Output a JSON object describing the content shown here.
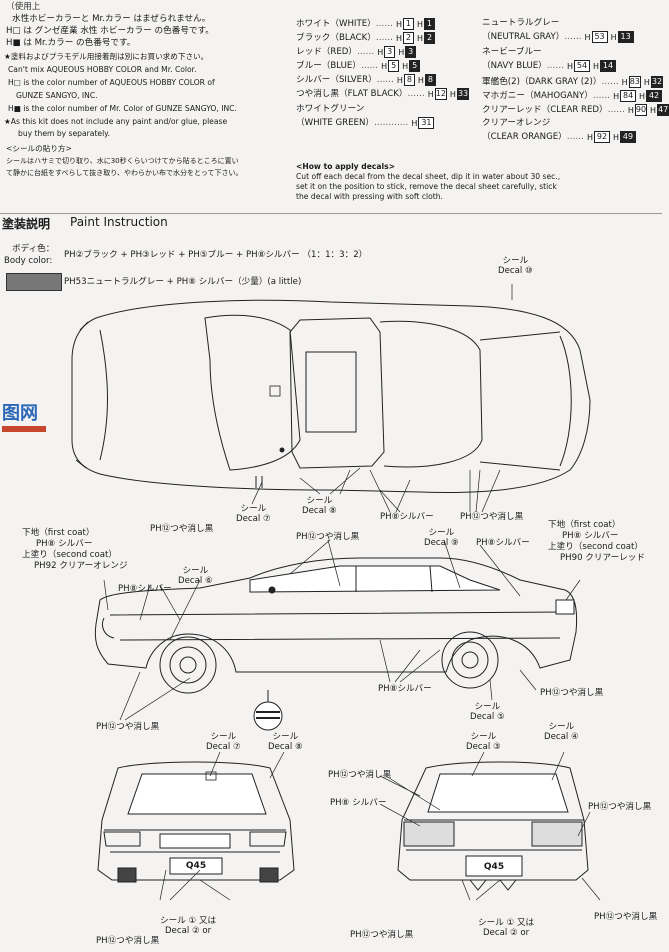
{
  "header_left": {
    "note1": "（使用上",
    "line1": "水性ホビーカラーと Mr.カラー はまぜられません。",
    "line2": "H□ は グンゼ産業 水性 ホビーカラー の色番号です。",
    "line3": "H■ は Mr.カラー の色番号です。",
    "line4": "★塗料およびプラモデル用接着剤は別にお買い求め下さい。",
    "en1": "Can't mix AQUEOUS HOBBY COLOR and Mr. Color.",
    "en2a": "H□ is the color number of AQUEOUS HOBBY COLOR of",
    "en2b": "GUNZE SANGYO, INC.",
    "en3": "H■ is the color number of Mr. Color of GUNZE SANGYO, INC.",
    "en4a": "★As this kit does not include any paint and/or glue, please",
    "en4b": "buy them by separately.",
    "decal_jp_title": "<シールの貼り方>",
    "decal_jp1": "シールはハサミで切り取り、水に30秒くらいつけてから貼るところに置い",
    "decal_jp2": "て静かに台紙をすべらして抜き取り、やわらかい布で水分をとって下さい。"
  },
  "color_table": {
    "col1": [
      {
        "jp": "ホワイト（WHITE）",
        "a": "1",
        "b": "1"
      },
      {
        "jp": "ブラック（BLACK）",
        "a": "2",
        "b": "2"
      },
      {
        "jp": "レッド（RED）",
        "a": "3",
        "b": "3"
      },
      {
        "jp": "ブルー（BLUE）",
        "a": "5",
        "b": "5"
      },
      {
        "jp": "シルバー（SILVER）",
        "a": "8",
        "b": "8"
      },
      {
        "jp": "つや消し黒（FLAT BLACK）",
        "a": "12",
        "b": "33"
      }
    ],
    "col1_extra_jp": "ホワイトグリーン",
    "col1_extra_en": "（WHITE GREEN）",
    "col1_extra_num": "31",
    "col2": [
      {
        "jp": "ニュートラルグレー",
        "en": "（NEUTRAL GRAY）",
        "a": "53",
        "b": "13"
      },
      {
        "jp": "ネービーブルー",
        "en": "（NAVY BLUE）",
        "a": "54",
        "b": "14"
      },
      {
        "jp": "軍艦色(2)（DARK GRAY (2)）",
        "a": "83",
        "b": "32"
      },
      {
        "jp": "マホガニー（MAHOGANY）",
        "a": "84",
        "b": "42"
      },
      {
        "jp": "クリアーレッド（CLEAR RED）",
        "a": "90",
        "b": "47"
      },
      {
        "jp": "クリアーオレンジ",
        "en": "（CLEAR ORANGE）",
        "a": "92",
        "b": "49"
      }
    ]
  },
  "decal_howto": {
    "title": "<How to apply decals>",
    "l1": "Cut off each decal from the decal sheet, dip it in water about 30 sec.,",
    "l2": "set it on the position to stick, remove the decal sheet carefully, stick",
    "l3": "the decal with pressing with soft cloth."
  },
  "section": {
    "jp": "塗装説明",
    "en": "Paint Instruction"
  },
  "body_color": {
    "label_jp": "ボディ色：",
    "label_en": "Body color:",
    "formula": "PH②ブラック + PH③レッド + PH⑤ブルー + PH⑧シルバー （1：1：3：2）",
    "lower_formula": "PH53ニュートラルグレー + PH⑧ シルバー（少量）(a little)"
  },
  "callouts": {
    "decal10": {
      "jp": "シール",
      "en": "Decal ⑩"
    },
    "decal8": {
      "jp": "シール",
      "en": "Decal ⑧"
    },
    "decal7_top": {
      "jp": "シール",
      "en": "Decal ⑦"
    },
    "silver_top": "PH⑧シルバー",
    "flat_black_top1": "PH⑫つや消し黒",
    "flat_black_top2": "PH⑫つや消し黒",
    "flat_black_side": "PH⑫つや消し黒",
    "decal9": {
      "jp": "シール",
      "en": "Decal ⑨"
    },
    "silver_side_r": "PH⑧シルバー",
    "first_coat_l": "下地（first coat）",
    "first_coat_l_val": "PH⑧ シルバー",
    "second_coat_l": "上塗り（second coat）",
    "second_coat_l_val": "PH92 クリアーオレンジ",
    "first_coat_r": "下地（first coat）",
    "first_coat_r_val": "PH⑧ シルバー",
    "second_coat_r": "上塗り（second coat）",
    "second_coat_r_val": "PH90 クリアーレッド",
    "silver_side_l": "PH⑧シルバー",
    "decal6": {
      "jp": "シール",
      "en": "Decal ⑥"
    },
    "silver_bottom": "PH⑧シルバー",
    "flat_black_right": "PH⑫つや消し黒",
    "flat_black_left_bottom": "PH⑫つや消し黒",
    "decal5": {
      "jp": "シール",
      "en": "Decal ⑤"
    },
    "decal7_front": {
      "jp": "シール",
      "en": "Decal ⑦"
    },
    "decal8_front": {
      "jp": "シール",
      "en": "Decal ⑧"
    },
    "decal3": {
      "jp": "シール",
      "en": "Decal ③"
    },
    "decal4": {
      "jp": "シール",
      "en": "Decal ④"
    },
    "flat_black_rear": "PH⑫つや消し黒",
    "silver_rear": "PH⑧ シルバー",
    "flat_black_front_b": "PH⑫つや消し黒",
    "flat_black_rear_b": "PH⑫つや消し黒",
    "flat_black_rear_r": "PH⑫つや消し黒",
    "decal1or2_front": {
      "jp": "シール ① 又は",
      "en": "Decal ② or"
    },
    "decal1or2_rear": {
      "jp": "シール ① 又は",
      "en": "Decal ② or"
    }
  },
  "plates": {
    "front": "Q45",
    "rear": "Q45"
  },
  "watermark": "图网"
}
